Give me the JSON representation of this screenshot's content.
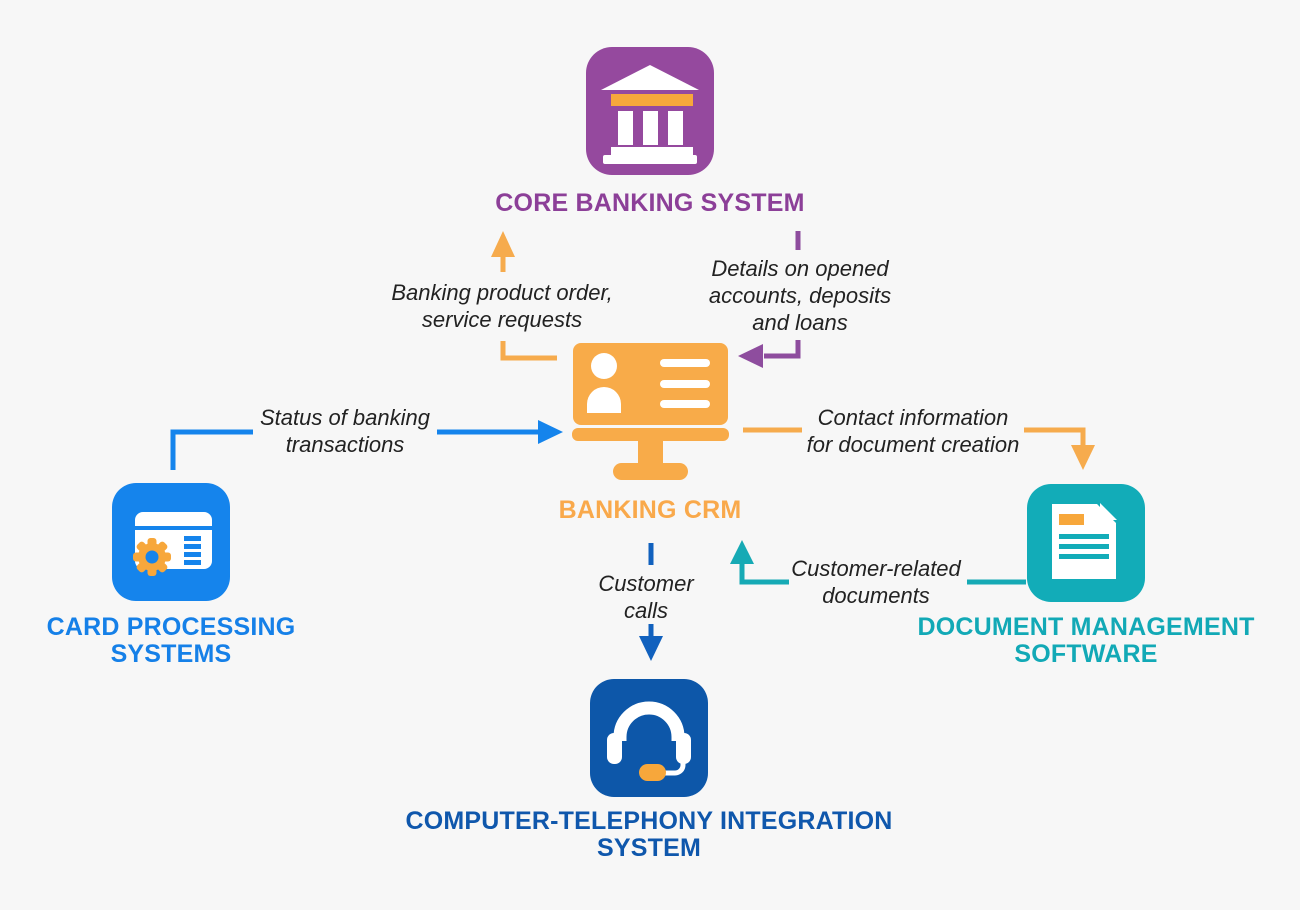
{
  "diagram": {
    "type": "integration-architecture",
    "center_node": "BANKING CRM"
  },
  "colors": {
    "background": "#F7F7F7",
    "label_text": "#222222",
    "white": "#FFFFFF",
    "purple": "#95499E",
    "purple_text": "#8C3F98",
    "orange": "#F8AB49",
    "orange_text": "#F9A94B",
    "orange_accent": "#F7A73B",
    "blue": "#1584EC",
    "blue_text": "#1580E8",
    "teal": "#12ACB8",
    "teal_text": "#12A9B6",
    "dark_blue": "#0D57A9",
    "dark_blue_text": "#0F57AC",
    "arrow_orange": "#F6AB4D",
    "arrow_purple": "#8E4D9E",
    "arrow_blue": "#1584EC",
    "arrow_teal": "#16AAB5",
    "arrow_calls_blue": "#1161BE"
  },
  "nodes": {
    "core_banking": {
      "label": "CORE BANKING SYSTEM",
      "icon": "bank-icon"
    },
    "banking_crm": {
      "label": "BANKING CRM",
      "icon": "crm-monitor-icon"
    },
    "card_processing": {
      "label": "CARD PROCESSING SYSTEMS",
      "lines": [
        "CARD PROCESSING",
        "SYSTEMS"
      ],
      "icon": "card-processing-icon"
    },
    "document_management": {
      "label": "DOCUMENT MANAGEMENT SOFTWARE",
      "lines": [
        "DOCUMENT MANAGEMENT",
        "SOFTWARE"
      ],
      "icon": "document-icon"
    },
    "cti": {
      "label": "COMPUTER-TELEPHONY INTEGRATION SYSTEM",
      "lines": [
        "COMPUTER-TELEPHONY INTEGRATION",
        "SYSTEM"
      ],
      "icon": "headset-icon"
    }
  },
  "edges": {
    "crm_to_core": {
      "from": "BANKING CRM",
      "to": "CORE BANKING SYSTEM",
      "label": "Banking product order, service requests",
      "lines": [
        "Banking product order,",
        "service requests"
      ],
      "color": "#F6AB4D"
    },
    "core_to_crm": {
      "from": "CORE BANKING SYSTEM",
      "to": "BANKING CRM",
      "label": "Details on opened accounts, deposits and loans",
      "lines": [
        "Details on opened",
        "accounts, deposits",
        "and loans"
      ],
      "color": "#8E4D9E"
    },
    "card_to_crm": {
      "from": "CARD PROCESSING SYSTEMS",
      "to": "BANKING CRM",
      "label": "Status of banking transactions",
      "lines": [
        "Status of banking",
        "transactions"
      ],
      "color": "#1584EC"
    },
    "crm_to_dms": {
      "from": "BANKING CRM",
      "to": "DOCUMENT MANAGEMENT SOFTWARE",
      "label": "Contact information for document creation",
      "lines": [
        "Contact information",
        "for document creation"
      ],
      "color": "#F6AB4D"
    },
    "dms_to_crm": {
      "from": "DOCUMENT MANAGEMENT SOFTWARE",
      "to": "BANKING CRM",
      "label": "Customer-related documents",
      "lines": [
        "Customer-related",
        "documents"
      ],
      "color": "#16AAB5"
    },
    "crm_to_cti": {
      "from": "BANKING CRM",
      "to": "COMPUTER-TELEPHONY INTEGRATION SYSTEM",
      "label": "Customer calls",
      "lines": [
        "Customer",
        "calls"
      ],
      "color": "#1161BE"
    }
  }
}
